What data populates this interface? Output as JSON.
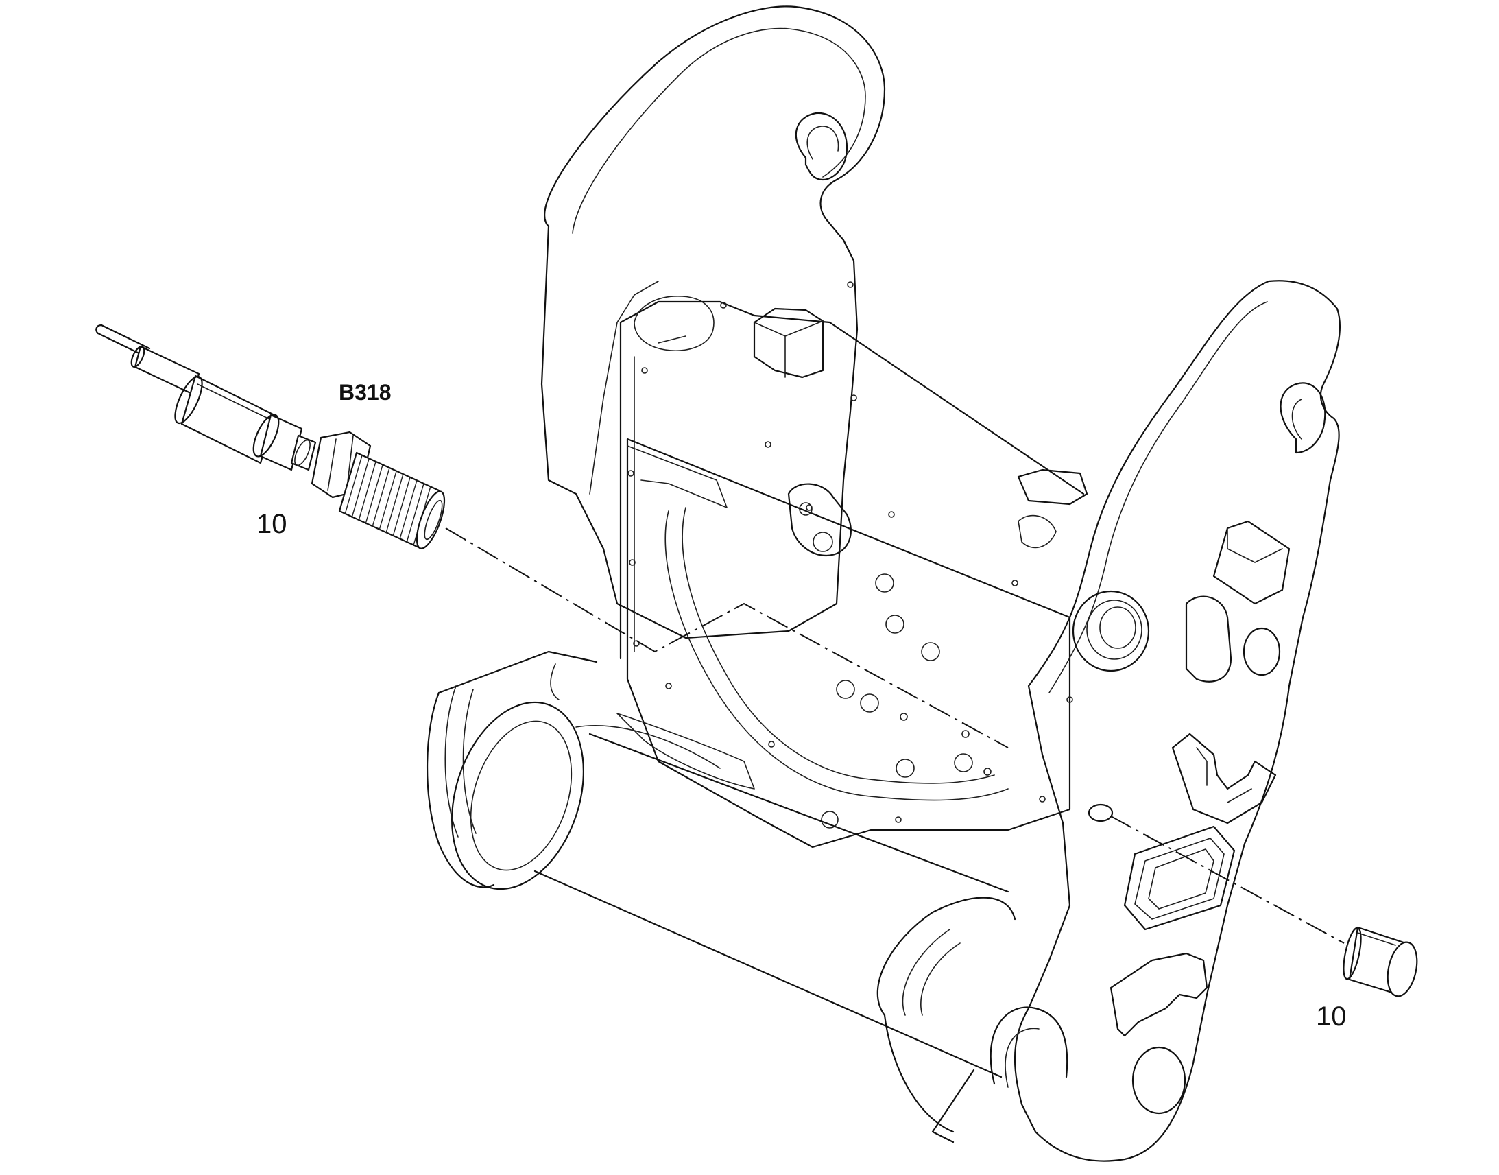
{
  "diagram": {
    "callouts": {
      "sensor_code": "B318",
      "sensor_item_number": "10",
      "cap_item_number": "10"
    }
  }
}
